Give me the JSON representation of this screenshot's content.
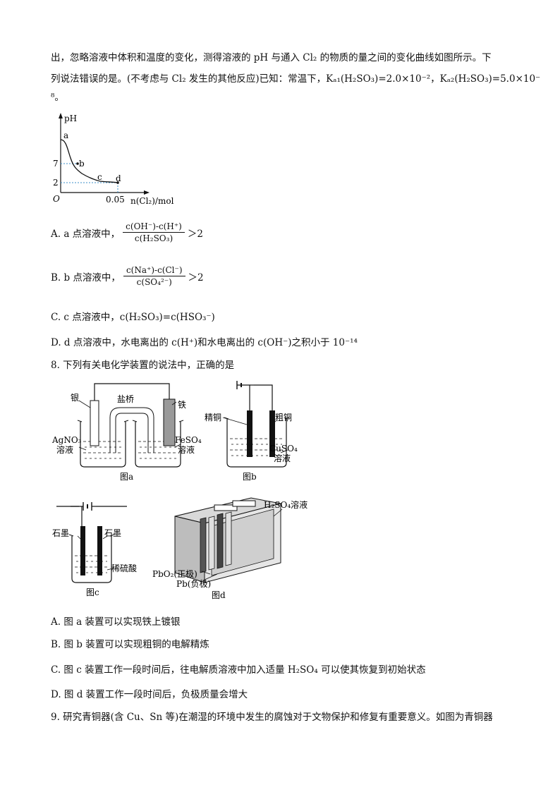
{
  "q7": {
    "intro_line1": "出，忽略溶液中体积和温度的变化，测得溶液的 pH 与通入 Cl₂ 的物质的量之间的变化曲线如图所示。下",
    "intro_line2": "列说法错误的是。(不考虑与 Cl₂ 发生的其他反应)已知：常温下，Kₐ₁(H₂SO₃)=2.0×10⁻²，Kₐ₂(H₂SO₃)=5.0×10⁻",
    "intro_line3": "⁸。",
    "graph": {
      "y_label": "pH",
      "x_label": "n(Cl₂)/mol",
      "origin": "O",
      "y_tick_7": "7",
      "y_tick_2": "2",
      "x_tick": "0.05",
      "point_a": "a",
      "point_b": "b",
      "point_c": "c",
      "point_d": "d"
    },
    "optA_prefix": "A. a 点溶液中，",
    "optA_num": "c(OH⁻)-c(H⁺)",
    "optA_den": "c(H₂SO₃)",
    "optA_suffix": "＞2",
    "optB_prefix": "B. b 点溶液中，",
    "optB_num": "c(Na⁺)-c(Cl⁻)",
    "optB_den": "c(SO₄²⁻)",
    "optB_suffix": "＞2",
    "optC": "C. c 点溶液中，c(H₂SO₃)=c(HSO₃⁻)",
    "optD": "D. d 点溶液中，水电离出的 c(H⁺)和水电离出的 c(OH⁻)之积小于 10⁻¹⁴"
  },
  "q8": {
    "stem": "8. 下列有关电化学装置的说法中，正确的是",
    "fig_a": {
      "silver": "银",
      "salt_bridge": "盐桥",
      "iron": "铁",
      "left_solution_1": "AgNO₃",
      "left_solution_2": "溶液",
      "right_solution_1": "FeSO₄",
      "right_solution_2": "溶液",
      "caption": "图a"
    },
    "fig_b": {
      "pure_copper": "精铜",
      "crude_copper": "粗铜",
      "solution_1": "CuSO₄",
      "solution_2": "溶液",
      "caption": "图b"
    },
    "fig_c": {
      "graphite_left": "石墨",
      "graphite_right": "石墨",
      "solution": "稀硫酸",
      "caption": "图c"
    },
    "fig_d": {
      "solution": "H₂SO₄溶液",
      "positive": "PbO₂(正极)",
      "negative": "Pb(负极)",
      "caption": "图d"
    },
    "optA": "A.  图 a 装置可以实现铁上镀银",
    "optB": "B.  图 b 装置可以实现粗铜的电解精炼",
    "optC": "C.  图 c 装置工作一段时间后，往电解质溶液中加入适量 H₂SO₄ 可以使其恢复到初始状态",
    "optD": "D.  图 d 装置工作一段时间后，负极质量会增大"
  },
  "q9": {
    "stem": "9. 研究青铜器(含 Cu、Sn 等)在潮湿的环境中发生的腐蚀对于文物保护和修复有重要意义。如图为青铜器"
  }
}
